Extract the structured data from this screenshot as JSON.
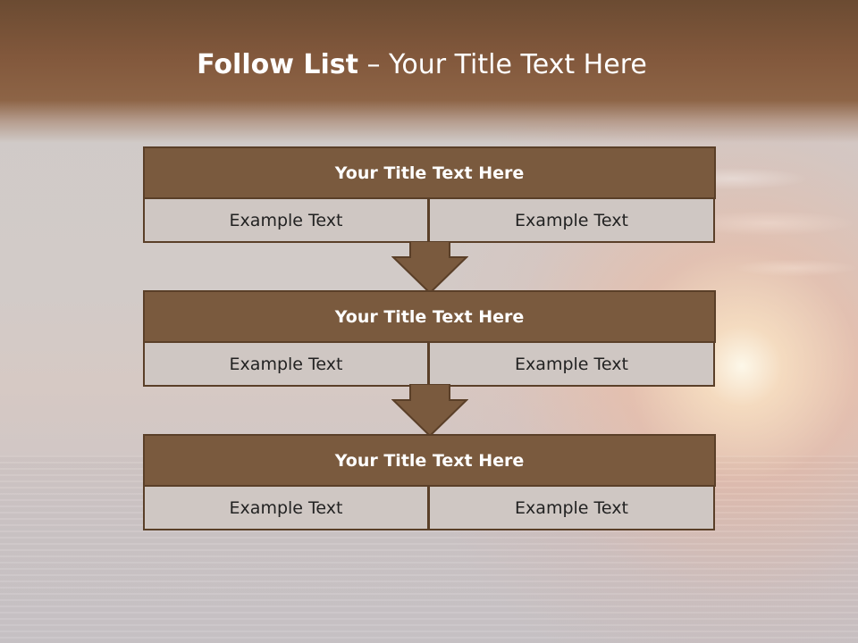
{
  "slide": {
    "title_bold": "Follow List",
    "title_rest": " – Your Title Text Here"
  },
  "rows": [
    {
      "title": "Your Title Text Here",
      "left": "Example Text",
      "right": "Example Text"
    },
    {
      "title": "Your Title Text Here",
      "left": "Example Text",
      "right": "Example Text"
    },
    {
      "title": "Your Title Text Here",
      "left": "Example Text",
      "right": "Example Text"
    }
  ],
  "colors": {
    "header_brown": "#7a5a3e",
    "cell_fill": "#cfc7c3",
    "border": "#5a3f28"
  }
}
